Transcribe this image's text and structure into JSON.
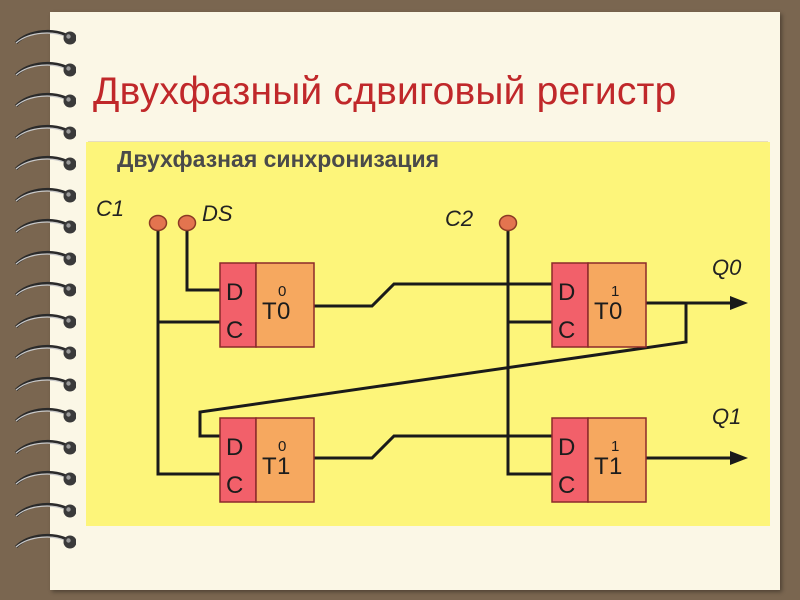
{
  "slide": {
    "title": "Двухфазный сдвиговый регистр"
  },
  "diagram": {
    "subtitle": "Двухфазная синхронизация",
    "inputs": {
      "c1": "C1",
      "ds": "DS",
      "c2": "C2"
    },
    "outputs": {
      "q0": "Q0",
      "q1": "Q1"
    },
    "triggers": [
      {
        "d": "D",
        "c": "C",
        "name": "T",
        "sup": "0",
        "sub": "0"
      },
      {
        "d": "D",
        "c": "C",
        "name": "T",
        "sup": "0",
        "sub": "1"
      },
      {
        "d": "D",
        "c": "C",
        "name": "T",
        "sup": "1",
        "sub": "0"
      },
      {
        "d": "D",
        "c": "C",
        "name": "T",
        "sup": "1",
        "sub": "1"
      }
    ],
    "colors": {
      "background": "#fdf57a",
      "input_panel": "#f2606a",
      "body": "#f6a85f",
      "terminal": "#e3744f",
      "title": "#c0282a"
    }
  }
}
